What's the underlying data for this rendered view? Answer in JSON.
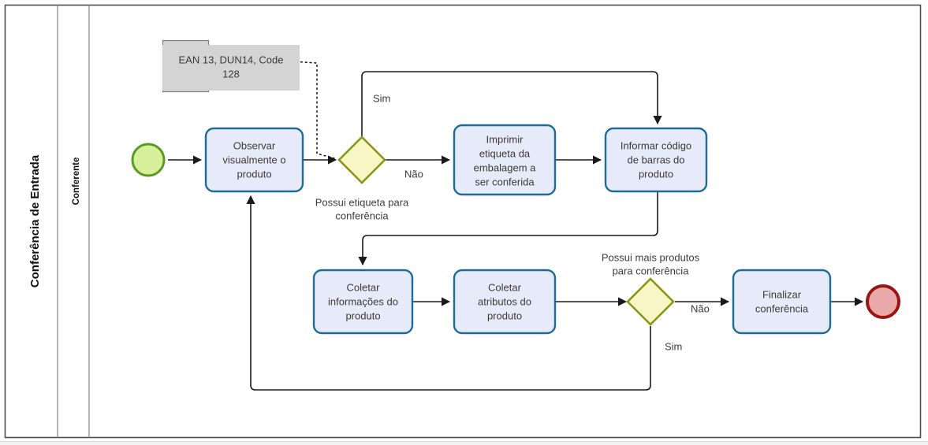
{
  "pool": {
    "title": "Conferência de Entrada",
    "lanes": [
      {
        "label": "Conferente"
      }
    ]
  },
  "diagram": {
    "type": "bpmn-process-flow",
    "colors": {
      "task_fill": "#e7eaf8",
      "task_stroke": "#1b6c99",
      "gateway_fill": "#f7f6c4",
      "gateway_stroke": "#8d9518",
      "start_fill": "#d7f09b",
      "start_stroke": "#5a9b22",
      "end_fill": "#eaa9a9",
      "end_stroke": "#9c1313",
      "annotation_fill": "#d4d4d4",
      "annotation_stroke": "#808080",
      "flow_stroke": "#1a1a1a",
      "pool_stroke": "#4d4d4d"
    },
    "events": [
      {
        "id": "start",
        "name": "start-event",
        "kind": "start"
      },
      {
        "id": "end",
        "name": "end-event",
        "kind": "end"
      }
    ],
    "tasks": [
      {
        "id": "t1",
        "name": "task-observar-visualmente-o-produto",
        "lines": [
          "Observar",
          "visualmente o",
          "produto"
        ]
      },
      {
        "id": "t2",
        "name": "task-imprimir-etiqueta-da-embalagem-a-ser-conferida",
        "lines": [
          "Imprimir",
          "etiqueta da",
          "embalagem a",
          "ser conferida"
        ]
      },
      {
        "id": "t3",
        "name": "task-informar-codigo-de-barras-do-produto",
        "lines": [
          "Informar código",
          "de barras do",
          "produto"
        ]
      },
      {
        "id": "t4",
        "name": "task-coletar-informacoes-do-produto",
        "lines": [
          "Coletar",
          "informações do",
          "produto"
        ]
      },
      {
        "id": "t5",
        "name": "task-coletar-atributos-do-produto",
        "lines": [
          "Coletar",
          "atributos do",
          "produto"
        ]
      },
      {
        "id": "t6",
        "name": "task-finalizar-conferencia",
        "lines": [
          "Finalizar",
          "conferência"
        ]
      }
    ],
    "gateways": [
      {
        "id": "g1",
        "name": "gateway-possui-etiqueta-para-conferencia",
        "lines": [
          "Possui etiqueta para",
          "conferência"
        ]
      },
      {
        "id": "g2",
        "name": "gateway-possui-mais-produtos-para-conferencia",
        "lines": [
          "Possui mais produtos",
          "para conferência"
        ]
      }
    ],
    "annotations": [
      {
        "id": "a1",
        "name": "data-annotation-barcode-standards",
        "lines": [
          "EAN 13, DUN14, Code",
          "128"
        ]
      }
    ],
    "flow_labels": {
      "g1_sim": "Sim",
      "g1_nao": "Não",
      "g2_nao": "Não",
      "g2_sim": "Sim"
    }
  }
}
